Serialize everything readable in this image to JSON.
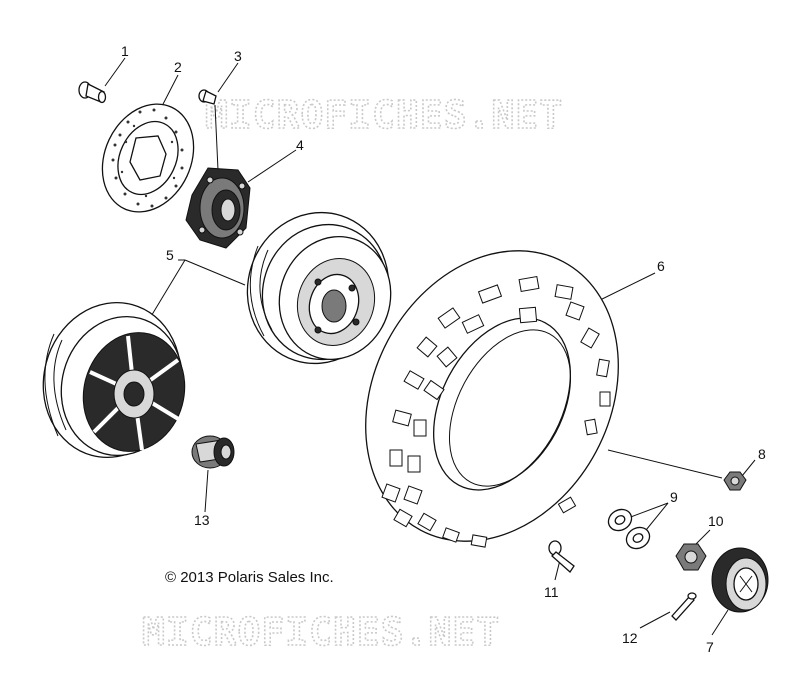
{
  "watermark": "MICROFICHES.NET",
  "copyright": "© 2013 Polaris Sales Inc.",
  "callouts": {
    "c1": "1",
    "c2": "2",
    "c3": "3",
    "c4": "4",
    "c5": "5",
    "c6": "6",
    "c7": "7",
    "c8": "8",
    "c9": "9",
    "c10": "10",
    "c11": "11",
    "c12": "12",
    "c13": "13"
  },
  "icons": {
    "bolt": "bolt-icon",
    "brake_disc": "brake-disc-icon",
    "stud": "stud-icon",
    "hub": "wheel-hub-icon",
    "wheel": "wheel-rim-icon",
    "tire": "tire-icon",
    "cap": "hub-cap-icon",
    "nut": "lug-nut-icon",
    "washer": "washer-icon",
    "castle_nut": "castle-nut-icon",
    "cotter_pin": "cotter-pin-icon",
    "bearing": "bearing-icon"
  }
}
